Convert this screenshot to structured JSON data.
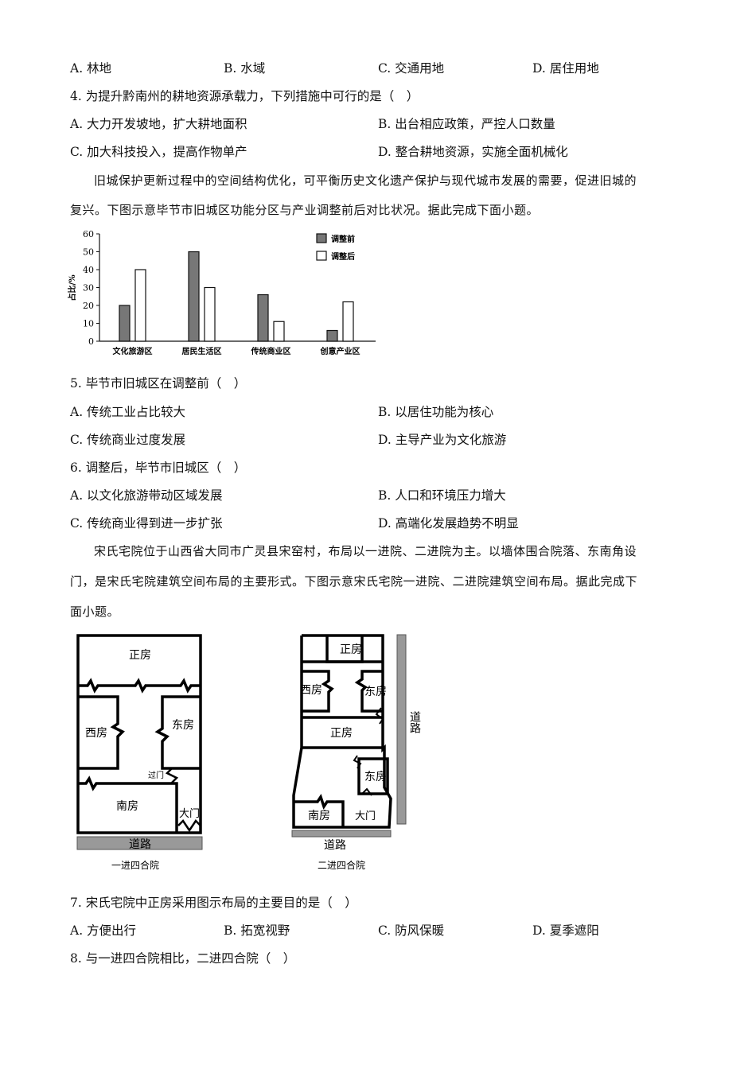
{
  "q3": {
    "options": [
      "A. 林地",
      "B. 水域",
      "C. 交通用地",
      "D. 居住用地"
    ]
  },
  "q4": {
    "stem": "4. 为提升黔南州的耕地资源承载力，下列措施中可行的是（　）",
    "options": [
      "A. 大力开发坡地，扩大耕地面积",
      "B. 出台相应政策，严控人口数量",
      "C. 加大科技投入，提高作物单产",
      "D. 整合耕地资源，实施全面机械化"
    ]
  },
  "passage1": {
    "line1": "旧城保护更新过程中的空间结构优化，可平衡历史文化遗产保护与现代城市发展的需要，促进旧城的",
    "line2": "复兴。下图示意毕节市旧城区功能分区与产业调整前后对比状况。据此完成下面小题。"
  },
  "chart_data": {
    "type": "bar",
    "categories": [
      "文化旅游区",
      "居民生活区",
      "传统商业区",
      "创意产业区"
    ],
    "series": [
      {
        "name": "调整前",
        "values": [
          20,
          50,
          26,
          6
        ],
        "color": "#777777"
      },
      {
        "name": "调整后",
        "values": [
          40,
          30,
          11,
          22
        ],
        "color": "#ffffff"
      }
    ],
    "ylabel": "占比/%",
    "yticks": [
      "0",
      "10",
      "20",
      "30",
      "40",
      "50",
      "60"
    ],
    "ylim": [
      0,
      60
    ],
    "legend": "top-right",
    "grid": false
  },
  "q5": {
    "stem": "5. 毕节市旧城区在调整前（　）",
    "options": [
      "A. 传统工业占比较大",
      "B. 以居住功能为核心",
      "C. 传统商业过度发展",
      "D. 主导产业为文化旅游"
    ]
  },
  "q6": {
    "stem": "6. 调整后，毕节市旧城区（　）",
    "options": [
      "A. 以文化旅游带动区域发展",
      "B. 人口和环境压力增大",
      "C. 传统商业得到进一步扩张",
      "D. 高端化发展趋势不明显"
    ]
  },
  "passage2": {
    "line1": "宋氏宅院位于山西省大同市广灵县宋窑村，布局以一进院、二进院为主。以墙体围合院落、东南角设",
    "line2": "门，是宋氏宅院建筑空间布局的主要形式。下图示意宋氏宅院一进院、二进院建筑空间布局。据此完成下",
    "line3": "面小题。"
  },
  "diagram1": {
    "zhengfang": "正房",
    "xifang": "西房",
    "dongfang": "东房",
    "guomen": "过门",
    "nanfang": "南房",
    "damen": "大门",
    "road": "道路",
    "caption": "一进四合院"
  },
  "diagram2": {
    "zhengfang_top": "正房",
    "xifang": "西房",
    "dongfang_top": "东房",
    "zhengfang_mid": "正房",
    "dongfang_bottom": "东房",
    "nanfang": "南房",
    "damen": "大门",
    "road_side": "道路",
    "road_bottom": "道路",
    "caption": "二进四合院"
  },
  "q7": {
    "stem": "7. 宋氏宅院中正房采用图示布局的主要目的是（　）",
    "options": [
      "A. 方便出行",
      "B. 拓宽视野",
      "C. 防风保暖",
      "D. 夏季遮阳"
    ]
  },
  "q8": {
    "stem": "8. 与一进四合院相比，二进四合院（　）"
  }
}
